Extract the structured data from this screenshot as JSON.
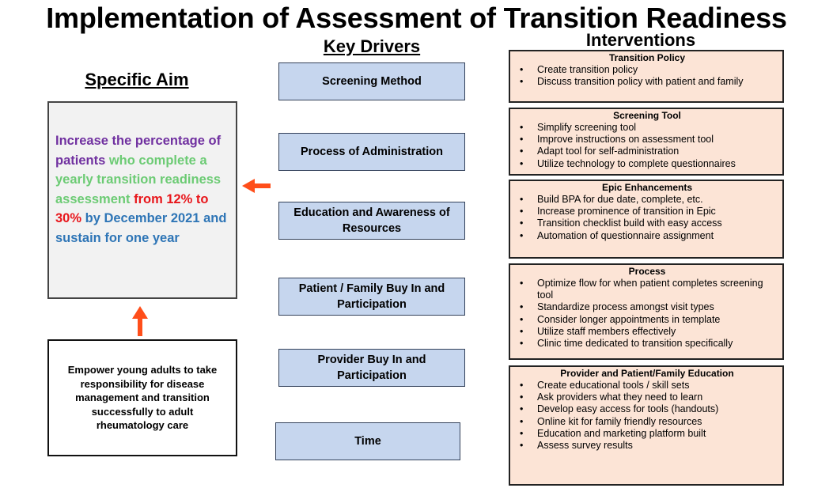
{
  "title": "Implementation of Assessment of Transition Readiness",
  "headers": {
    "specific_aim": "Specific Aim",
    "key_drivers": "Key Drivers",
    "interventions": "Interventions"
  },
  "specific_aim": {
    "part1": "Increase the percentage of patients",
    "part2": " who complete a yearly transition readiness assessment",
    "part3": " from 12% to 30%",
    "part4": " by December 2021 and sustain for one year"
  },
  "global_aim": "Empower young adults to take responsibility for disease management and transition successfully to adult rheumatology care",
  "key_drivers": [
    "Screening Method",
    "Process of Administration",
    "Education and Awareness of Resources",
    "Patient / Family Buy In and Participation",
    "Provider Buy In and Participation",
    "Time"
  ],
  "interventions": [
    {
      "title": "Transition Policy",
      "items": [
        "Create transition policy",
        "Discuss transition policy with patient and family"
      ]
    },
    {
      "title": "Screening Tool",
      "items": [
        "Simplify screening tool",
        "Improve instructions on assessment tool",
        "Adapt tool for self-administration",
        "Utilize technology to complete questionnaires"
      ]
    },
    {
      "title": "Epic Enhancements",
      "items": [
        "Build BPA for due date, complete, etc.",
        "Increase prominence of transition in Epic",
        "Transition checklist build with easy access",
        "Automation of questionnaire assignment"
      ]
    },
    {
      "title": "Process",
      "items": [
        "Optimize flow for when patient completes screening tool",
        "Standardize process amongst visit types",
        "Consider longer appointments in template",
        "Utilize staff members effectively",
        "Clinic time dedicated to transition specifically"
      ]
    },
    {
      "title": "Provider and Patient/Family Education",
      "items": [
        "Create educational tools / skill sets",
        "Ask providers what they need to learn",
        "Develop easy access for tools (handouts)",
        "Online kit for family friendly resources",
        "Education and marketing platform built",
        "Assess survey results"
      ]
    }
  ],
  "colors": {
    "aim_purple": "#7030a0",
    "aim_green": "#6ccb74",
    "aim_red": "#e8161b",
    "aim_blue": "#2e75b6",
    "driver_fill": "#c6d6ee",
    "intervention_fill": "#fce4d6",
    "arrow": "#ff4e1a"
  }
}
